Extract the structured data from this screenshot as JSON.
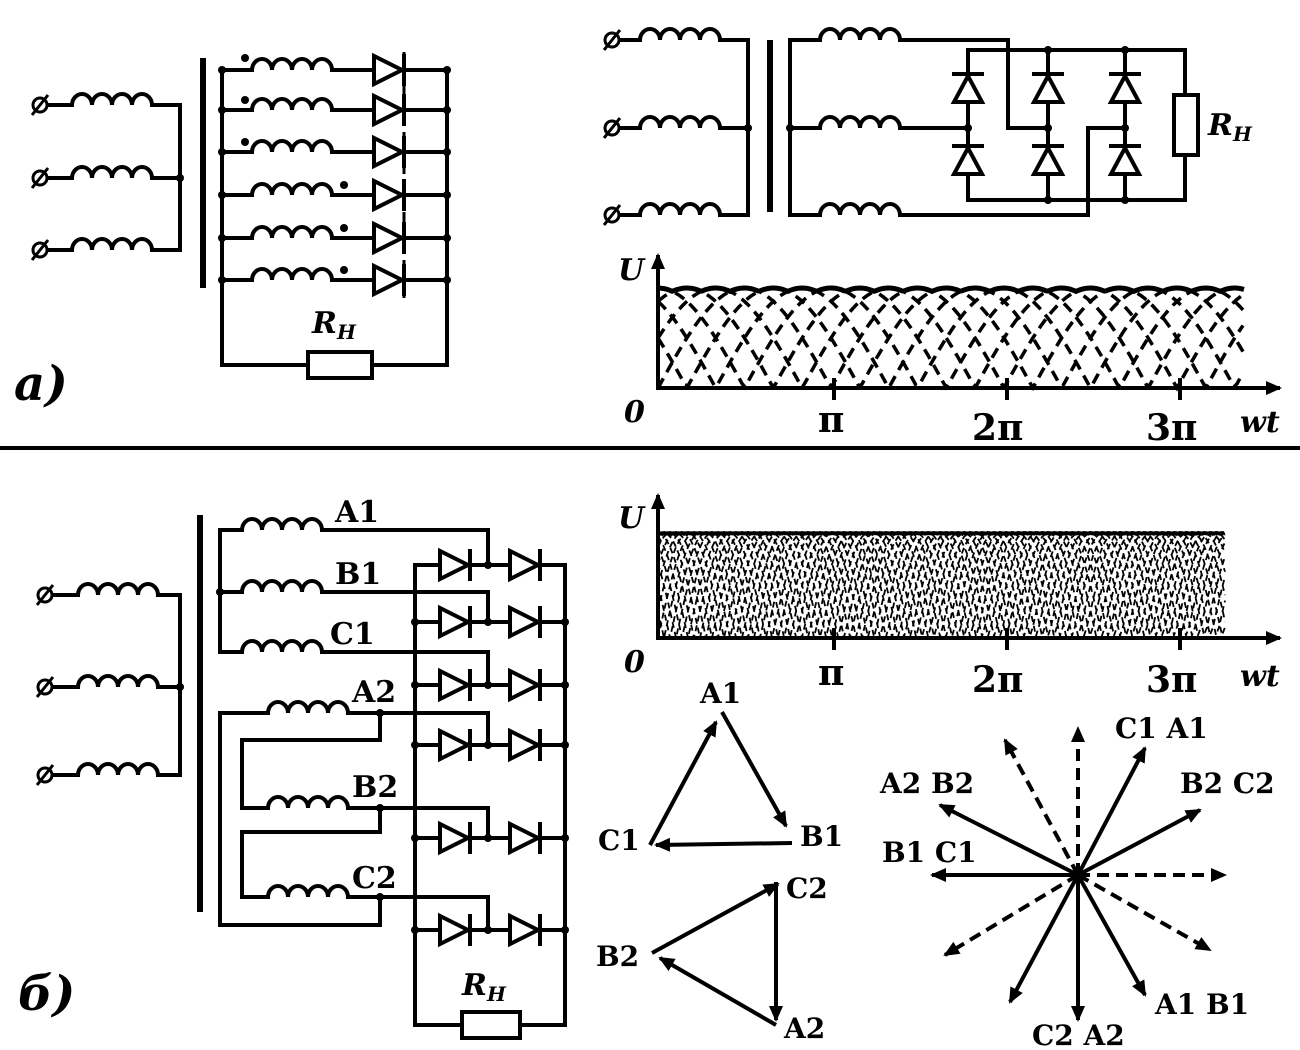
{
  "part_a": {
    "label": "а)",
    "load_label_main": "R",
    "load_label_sub": "Н",
    "bridge_load_main": "R",
    "bridge_load_sub": "Н",
    "graph": {
      "y_label": "U",
      "origin": "0",
      "x_label": "wt",
      "ticks": [
        "π",
        "2π",
        "3π"
      ]
    }
  },
  "part_b": {
    "label": "б)",
    "load_label_main": "R",
    "load_label_sub": "Н",
    "windings": [
      "A1",
      "B1",
      "C1",
      "A2",
      "B2",
      "C2"
    ],
    "graph": {
      "y_label": "U",
      "origin": "0",
      "x_label": "wt",
      "ticks": [
        "π",
        "2π",
        "3π"
      ]
    },
    "triangle_1": [
      "A1",
      "B1",
      "C1"
    ],
    "triangle_2": [
      "C2",
      "B2",
      "A2"
    ],
    "star_labels": {
      "top_right": "C1 A1",
      "upper_left": "A2 B2",
      "right": "B2 C2",
      "left": "B1 C1",
      "bottom_right": "A1 B1",
      "bottom": "C2 A2"
    }
  }
}
